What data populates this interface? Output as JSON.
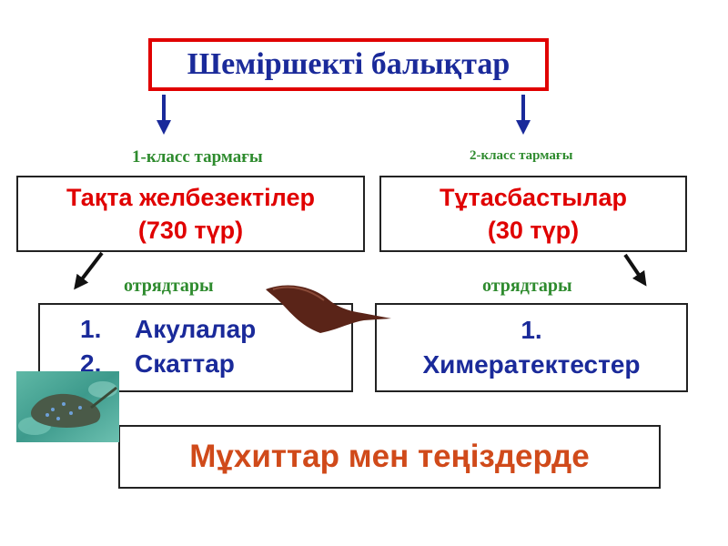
{
  "root": {
    "title": "Шеміршекті балықтар"
  },
  "branches": [
    {
      "class_label": "1-класс тармағы",
      "name": "Тақта желбезектілер",
      "count": "(730 түр)",
      "orders_label": "отрядтары",
      "orders": [
        {
          "num": "1.",
          "name": "Акулалар"
        },
        {
          "num": "2.",
          "name": "Скаттар"
        }
      ]
    },
    {
      "class_label": "2-класс тармағы",
      "name": "Тұтасбастылар",
      "count": "(30 түр)",
      "orders_label": "отрядтары",
      "orders": [
        {
          "num": "1.",
          "name": "Химератектестер"
        }
      ]
    }
  ],
  "habitat": "Мұхиттар мен теңіздерде",
  "colors": {
    "title_border": "#e00000",
    "title_text": "#1a2a9a",
    "class_label": "#2e8b2e",
    "subclass_text": "#e00000",
    "orders_text": "#1a2a9a",
    "habitat_text": "#d04a1a",
    "arrow": "#1a2a9a"
  },
  "icons": [
    "down-arrow-icon",
    "diagonal-arrow-icon",
    "stingray-silhouette",
    "stingray-photo"
  ]
}
